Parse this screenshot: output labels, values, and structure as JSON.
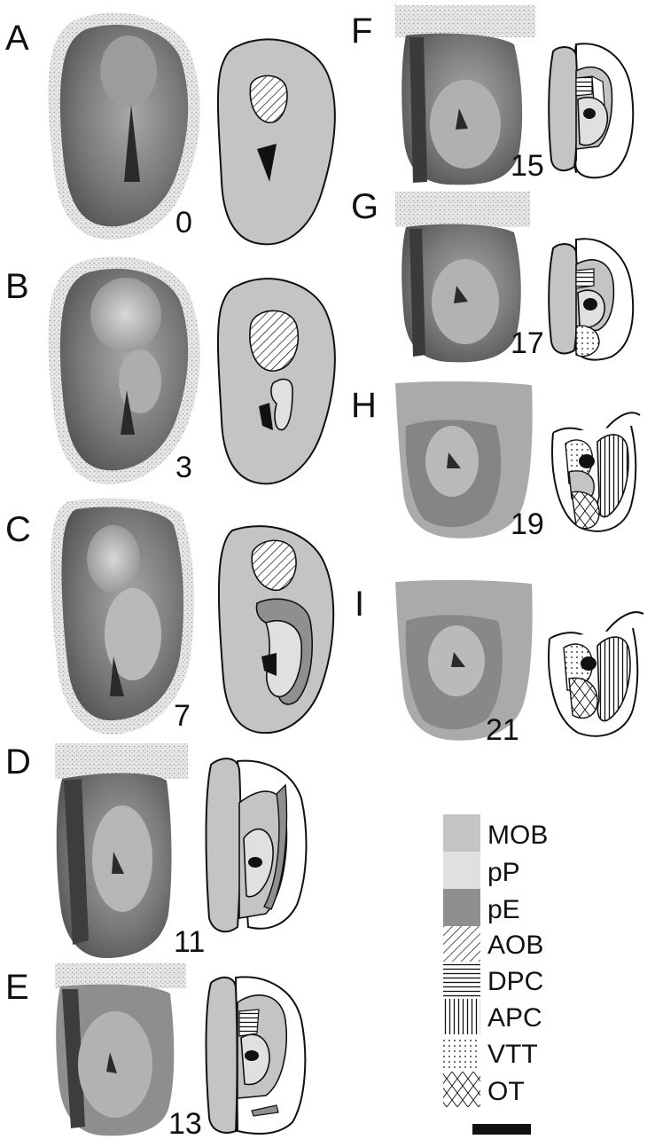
{
  "panels": [
    {
      "label": "A",
      "section": "0"
    },
    {
      "label": "B",
      "section": "3"
    },
    {
      "label": "C",
      "section": "7"
    },
    {
      "label": "D",
      "section": "11"
    },
    {
      "label": "E",
      "section": "13"
    },
    {
      "label": "F",
      "section": "15"
    },
    {
      "label": "G",
      "section": "17"
    },
    {
      "label": "H",
      "section": "19"
    },
    {
      "label": "I",
      "section": "21"
    }
  ],
  "legend": [
    {
      "label": "MOB",
      "pattern": "mob"
    },
    {
      "label": "pP",
      "pattern": "pp"
    },
    {
      "label": "pE",
      "pattern": "pe"
    },
    {
      "label": "AOB",
      "pattern": "aob"
    },
    {
      "label": "DPC",
      "pattern": "dpc"
    },
    {
      "label": "APC",
      "pattern": "apc"
    },
    {
      "label": "VTT",
      "pattern": "vtt"
    },
    {
      "label": "OT",
      "pattern": "ot"
    }
  ],
  "colors": {
    "mob": "#c4c4c4",
    "pp": "#e0e0e0",
    "pe": "#8f8f8f",
    "ink": "#111111",
    "tissue_dark": "#5e5e5e",
    "tissue_light": "#bdbdbd"
  }
}
